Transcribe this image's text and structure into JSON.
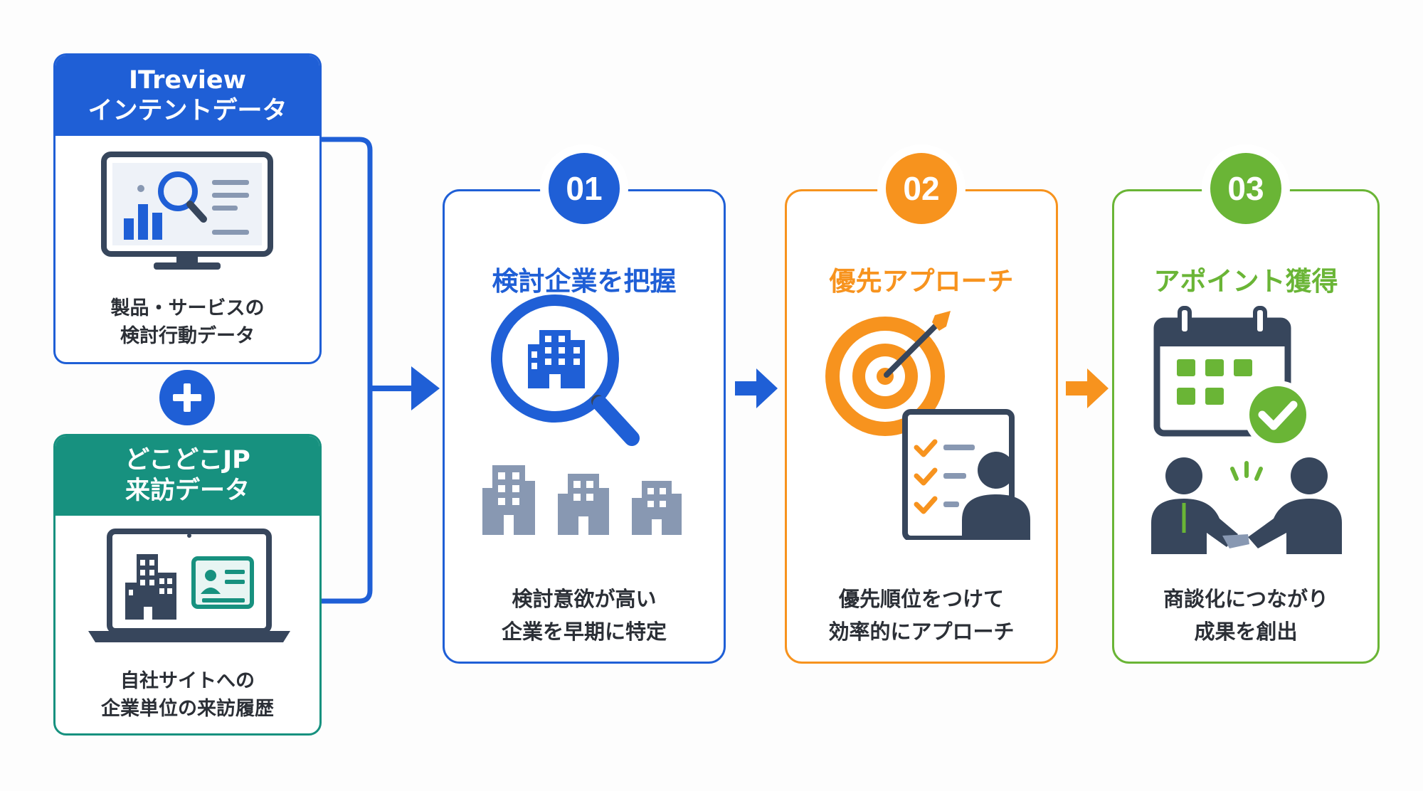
{
  "colors": {
    "blue": "#1f5fd6",
    "teal": "#17917f",
    "orange": "#f7931e",
    "green": "#6ab536",
    "dark": "#37465c",
    "gray_blue": "#8898b2"
  },
  "sources": [
    {
      "title_lines": [
        "ITreview",
        "インテントデータ"
      ],
      "caption_lines": [
        "製品・サービスの",
        "検討行動データ"
      ],
      "icon": "monitor-analytics-icon"
    },
    {
      "title_lines": [
        "どこどこJP",
        "来訪データ"
      ],
      "caption_lines": [
        "自社サイトへの",
        "企業単位の来訪履歴"
      ],
      "icon": "laptop-company-profile-icon"
    }
  ],
  "plus_icon": "plus-icon",
  "steps": [
    {
      "number": "01",
      "title": "検討企業を把握",
      "desc_lines": [
        "検討意欲が高い",
        "企業を早期に特定"
      ],
      "icon": "magnifier-buildings-icon"
    },
    {
      "number": "02",
      "title": "優先アプローチ",
      "desc_lines": [
        "優先順位をつけて",
        "効率的にアプローチ"
      ],
      "icon": "target-checklist-person-icon"
    },
    {
      "number": "03",
      "title": "アポイント獲得",
      "desc_lines": [
        "商談化につながり",
        "成果を創出"
      ],
      "icon": "calendar-handshake-icon"
    }
  ]
}
